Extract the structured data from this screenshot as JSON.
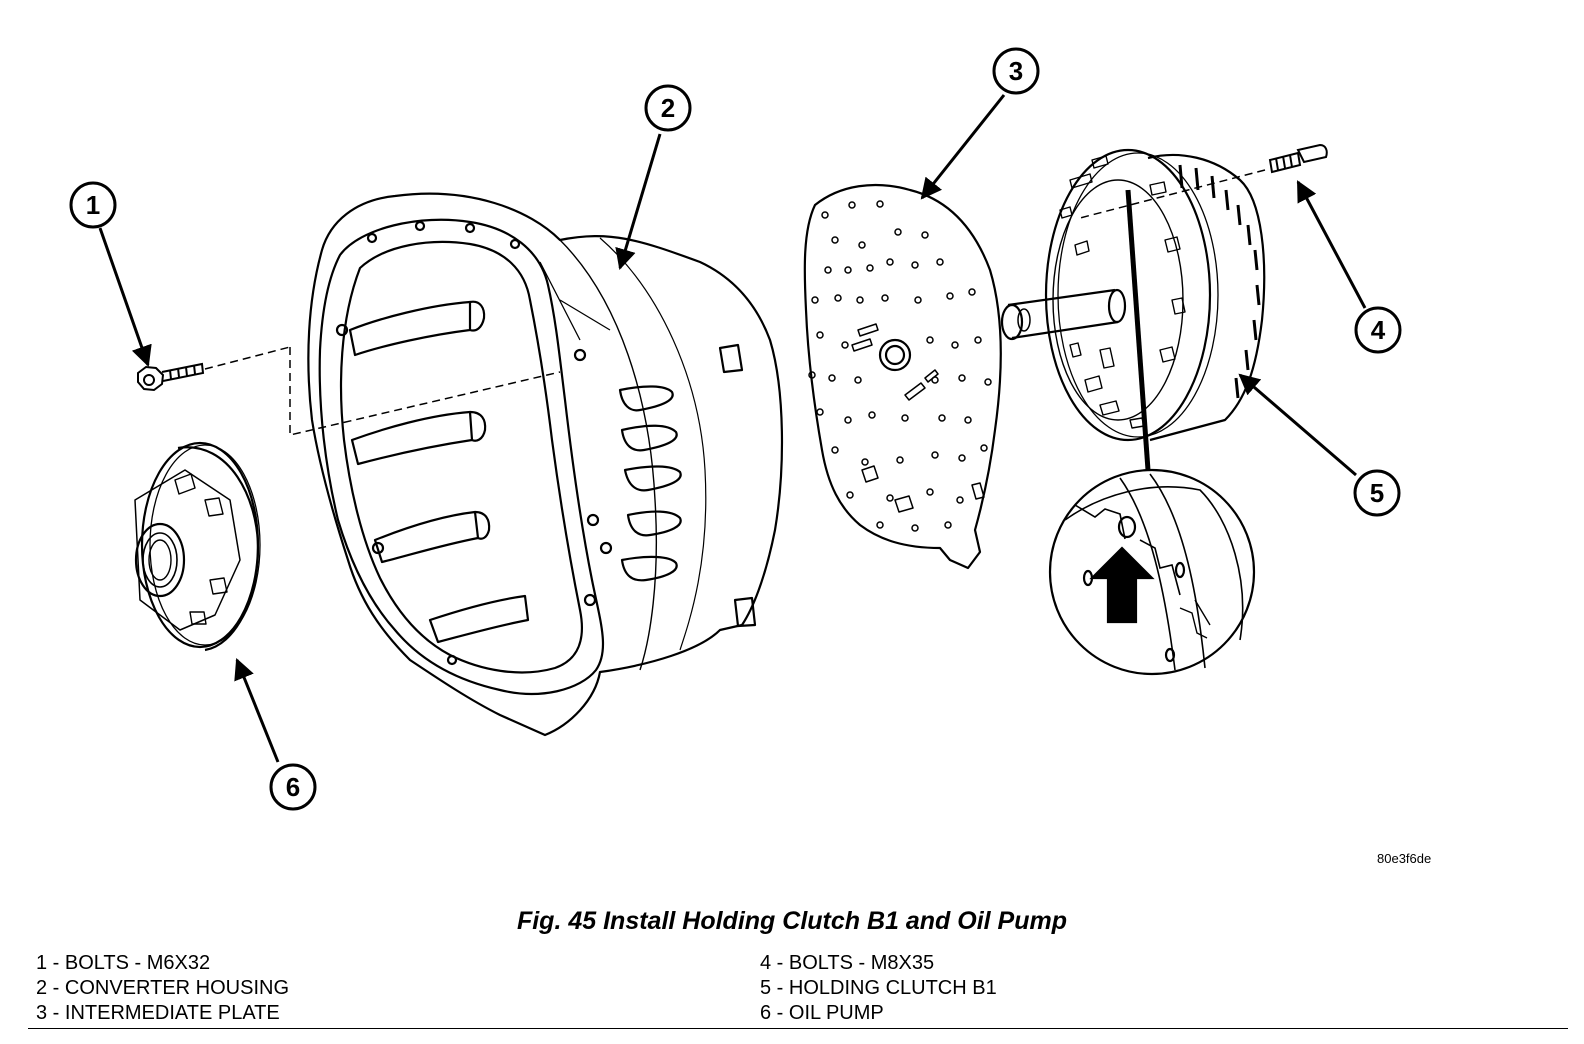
{
  "figure": {
    "callouts": [
      "1",
      "2",
      "3",
      "4",
      "5",
      "6"
    ],
    "image_id": "80e3f6de",
    "caption": "Fig. 45 Install Holding Clutch B1 and Oil Pump"
  },
  "legend": {
    "left": [
      "1 - BOLTS - M6X32",
      "2 - CONVERTER HOUSING",
      "3 - INTERMEDIATE PLATE"
    ],
    "right": [
      "4 - BOLTS - M8X35",
      "5 - HOLDING CLUTCH B1",
      "6 - OIL PUMP"
    ]
  }
}
